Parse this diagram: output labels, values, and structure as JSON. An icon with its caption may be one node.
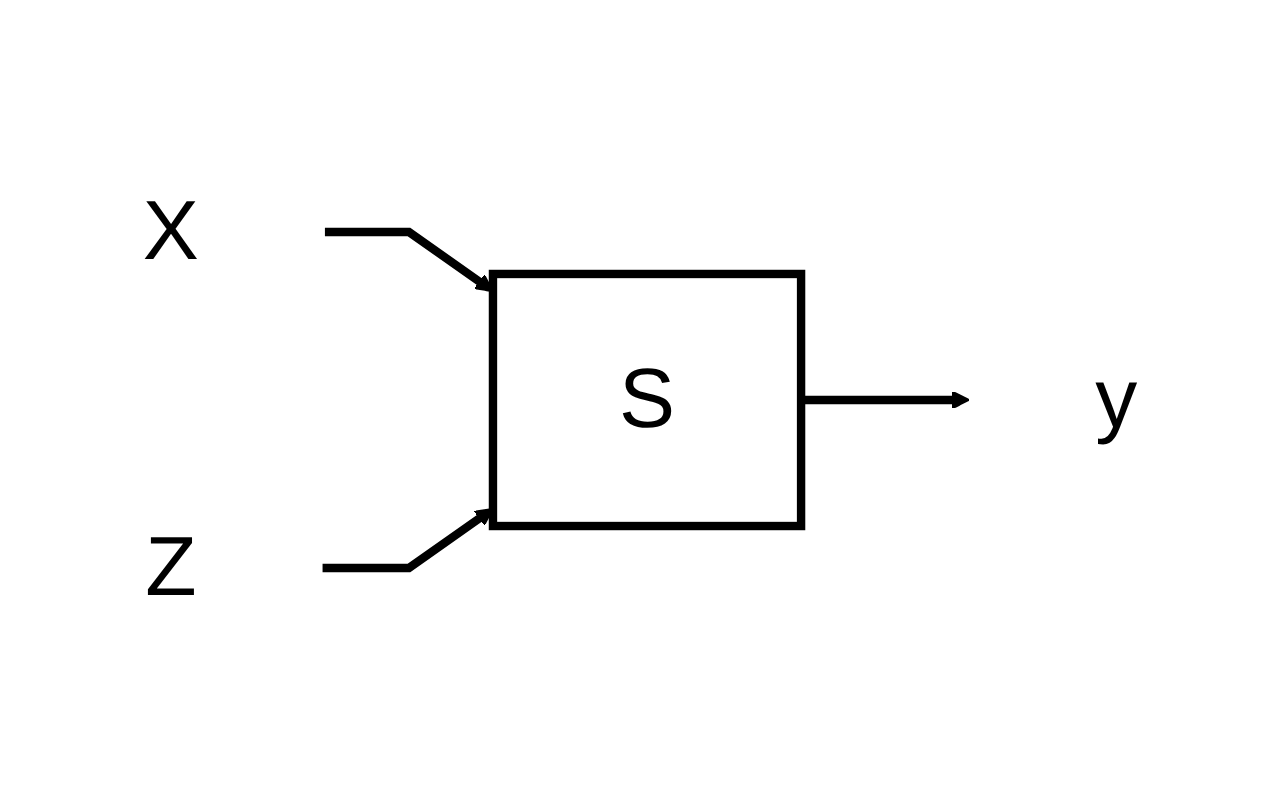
{
  "diagram": {
    "nodes": [
      {
        "text": [
          "X"
        ]
      },
      {
        "text": [
          "Z"
        ]
      },
      {
        "text": [
          "S"
        ]
      },
      {
        "text": [
          "y"
        ]
      }
    ],
    "edges": [
      {
        "from": 0,
        "to": 2,
        "arrow": "to"
      },
      {
        "from": 1,
        "to": 2,
        "arrow": "to"
      },
      {
        "from": 2,
        "to": 3,
        "arrow": "to"
      }
    ]
  }
}
